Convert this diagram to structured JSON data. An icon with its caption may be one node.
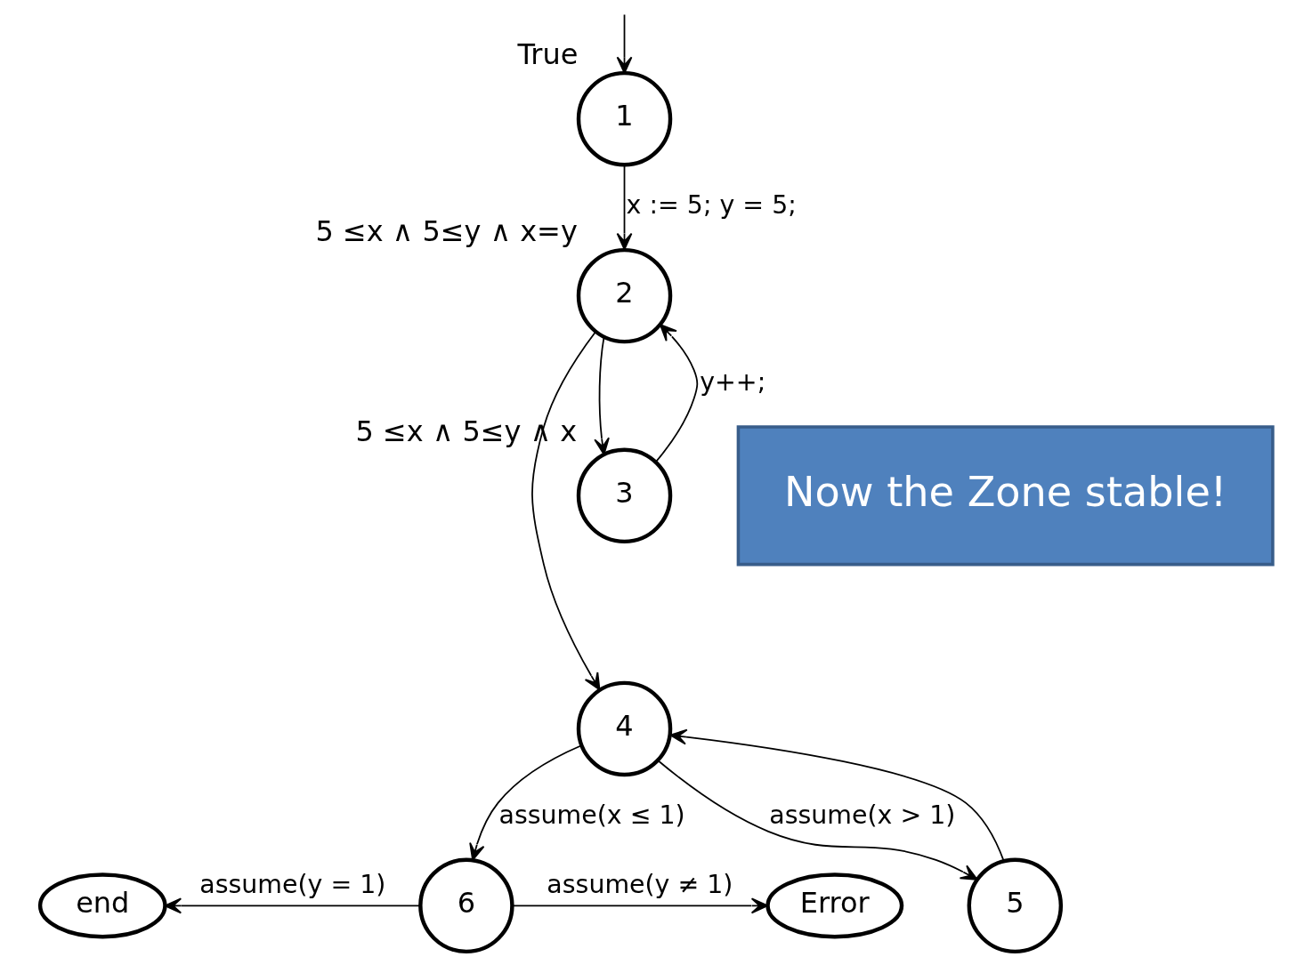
{
  "diagram": {
    "nodes": [
      {
        "text": [
          "1"
        ],
        "beside": [
          "True"
        ]
      },
      {
        "text": [
          "2"
        ],
        "beside": [
          "5 ≤x ∧ 5≤y ∧ x=y"
        ]
      },
      {
        "text": [
          "3"
        ],
        "beside": [
          "5 ≤x ∧ 5≤y ∧ x"
        ]
      },
      {
        "text": [
          "4"
        ]
      },
      {
        "text": [
          "5"
        ]
      },
      {
        "text": [
          "6"
        ]
      },
      {
        "text": [
          "end"
        ]
      },
      {
        "text": [
          "Error"
        ]
      },
      {
        "text": [
          "Now the Zone stable!"
        ]
      }
    ],
    "edges": [
      {
        "from": null,
        "to": 0,
        "arrow": "to"
      },
      {
        "from": 0,
        "to": 1,
        "arrow": "to",
        "label": "x := 5; y = 5;"
      },
      {
        "from": 1,
        "to": 2,
        "arrow": "to"
      },
      {
        "from": 2,
        "to": 1,
        "arrow": "to",
        "label": "y++;"
      },
      {
        "from": 1,
        "to": 3,
        "arrow": "to"
      },
      {
        "from": 3,
        "to": 4,
        "arrow": "to",
        "label": "assume(x > 1)"
      },
      {
        "from": 4,
        "to": 3,
        "arrow": "to"
      },
      {
        "from": 3,
        "to": 5,
        "arrow": "to",
        "label": "assume(x ≤ 1)"
      },
      {
        "from": 5,
        "to": 6,
        "arrow": "to",
        "label": "assume(y = 1)"
      },
      {
        "from": 5,
        "to": 7,
        "arrow": "to",
        "label": "assume(y ≠ 1)"
      }
    ]
  }
}
